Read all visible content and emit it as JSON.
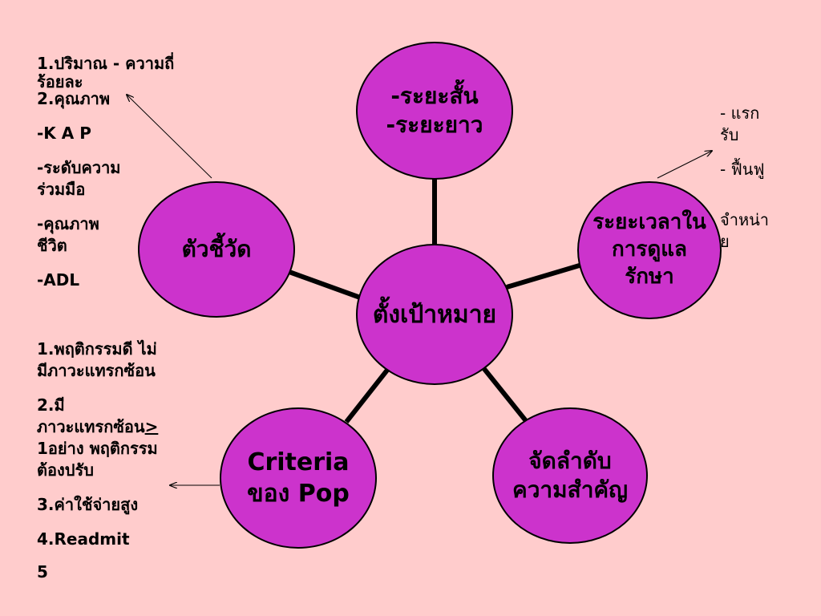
{
  "colors": {
    "background": "#ffcccc",
    "node_fill": "#cc33cc",
    "line": "#000000"
  },
  "center": {
    "label": "ตั้งเป้าหมาย"
  },
  "nodes": {
    "top": {
      "line1": "-ระยะสั้น",
      "line2": "-ระยะยาว"
    },
    "left": {
      "label": "ตัวชี้วัด"
    },
    "right": {
      "line1": "ระยะเวลาใน",
      "line2": "การดูแล",
      "line3": "รักษา"
    },
    "bottom_left": {
      "line1": "Criteria",
      "line2": "ของ Pop"
    },
    "bottom_right": {
      "line1": "จัดลำดับ",
      "line2": "ความสำคัญ"
    }
  },
  "indicators": {
    "item1a": "1.ปริมาณ - ความถี่",
    "item1b": "ร้อยละ",
    "item2": "2.คุณภาพ",
    "kap": "-K A P",
    "coop_a": "-ระดับความ",
    "coop_b": "ร่วมมือ",
    "qol_a": "-คุณภาพ",
    "qol_b": "ชีวิต",
    "adl": "-ADL"
  },
  "criteria": {
    "c1a": "1.พฤติกรรมดี ไม่",
    "c1b": "มีภาวะแทรกซ้อน",
    "c2a": "2.มี",
    "c2b_prefix": "ภาวะแทรกซ้อน",
    "c2b_symbol": ">",
    "c2c": "1อย่าง พฤติกรรม",
    "c2d": "ต้องปรับ",
    "c3": "3.ค่าใช้จ่ายสูง",
    "c4": "4.Readmit",
    "c5": "5"
  },
  "duration": {
    "d1a": "- แรก",
    "d1b": "รับ",
    "d2": "- ฟื้นฟู",
    "d3a": "จำหน่า",
    "d3b": "ย"
  }
}
